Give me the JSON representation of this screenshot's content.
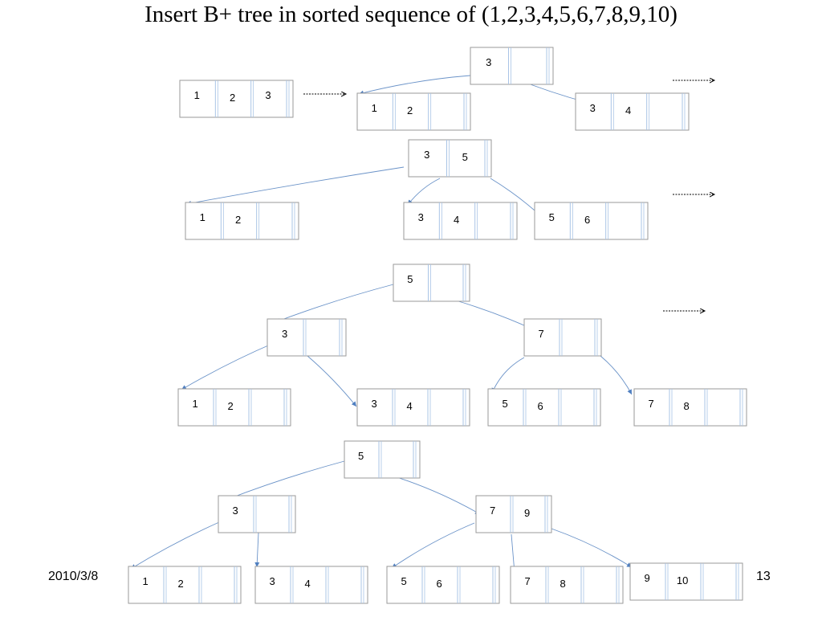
{
  "title": "Insert B+ tree in sorted sequence of (1,2,3,4,5,6,7,8,9,10)",
  "footer": {
    "date": "2010/3/8",
    "page": "13"
  },
  "colors": {
    "node_border": "#9a9a9a",
    "divider": "#a9c4e6",
    "edge": "#6b93c8",
    "arrow": "#000000"
  },
  "steps": [
    {
      "nodes": [
        {
          "id": "s1-leaf-123",
          "keys": [
            "1",
            "2",
            "3"
          ]
        },
        {
          "id": "s1-root",
          "keys": [
            "3"
          ]
        },
        {
          "id": "s1-left",
          "keys": [
            "1",
            "2"
          ]
        },
        {
          "id": "s1-right",
          "keys": [
            "3",
            "4"
          ]
        }
      ],
      "edges": [
        [
          "s1-root",
          "s1-left"
        ],
        [
          "s1-root",
          "s1-right"
        ]
      ]
    },
    {
      "nodes": [
        {
          "id": "s2-root",
          "keys": [
            "3",
            "5"
          ]
        },
        {
          "id": "s2-leaf-a",
          "keys": [
            "1",
            "2"
          ]
        },
        {
          "id": "s2-leaf-b",
          "keys": [
            "3",
            "4"
          ]
        },
        {
          "id": "s2-leaf-c",
          "keys": [
            "5",
            "6"
          ]
        }
      ],
      "edges": [
        [
          "s2-root",
          "s2-leaf-a"
        ],
        [
          "s2-root",
          "s2-leaf-b"
        ],
        [
          "s2-root",
          "s2-leaf-c"
        ]
      ]
    },
    {
      "nodes": [
        {
          "id": "s3-root",
          "keys": [
            "5"
          ]
        },
        {
          "id": "s3-int-l",
          "keys": [
            "3"
          ]
        },
        {
          "id": "s3-int-r",
          "keys": [
            "7"
          ]
        },
        {
          "id": "s3-leaf-a",
          "keys": [
            "1",
            "2"
          ]
        },
        {
          "id": "s3-leaf-b",
          "keys": [
            "3",
            "4"
          ]
        },
        {
          "id": "s3-leaf-c",
          "keys": [
            "5",
            "6"
          ]
        },
        {
          "id": "s3-leaf-d",
          "keys": [
            "7",
            "8"
          ]
        }
      ],
      "edges": [
        [
          "s3-root",
          "s3-int-l"
        ],
        [
          "s3-root",
          "s3-int-r"
        ],
        [
          "s3-int-l",
          "s3-leaf-a"
        ],
        [
          "s3-int-l",
          "s3-leaf-b"
        ],
        [
          "s3-int-r",
          "s3-leaf-c"
        ],
        [
          "s3-int-r",
          "s3-leaf-d"
        ]
      ]
    },
    {
      "nodes": [
        {
          "id": "s4-root",
          "keys": [
            "5"
          ]
        },
        {
          "id": "s4-int-l",
          "keys": [
            "3"
          ]
        },
        {
          "id": "s4-int-r",
          "keys": [
            "7",
            "9"
          ]
        },
        {
          "id": "s4-leaf-a",
          "keys": [
            "1",
            "2"
          ]
        },
        {
          "id": "s4-leaf-b",
          "keys": [
            "3",
            "4"
          ]
        },
        {
          "id": "s4-leaf-c",
          "keys": [
            "5",
            "6"
          ]
        },
        {
          "id": "s4-leaf-d",
          "keys": [
            "7",
            "8"
          ]
        },
        {
          "id": "s4-leaf-e",
          "keys": [
            "9",
            "10"
          ]
        }
      ],
      "edges": [
        [
          "s4-root",
          "s4-int-l"
        ],
        [
          "s4-root",
          "s4-int-r"
        ],
        [
          "s4-int-l",
          "s4-leaf-a"
        ],
        [
          "s4-int-l",
          "s4-leaf-b"
        ],
        [
          "s4-int-r",
          "s4-leaf-c"
        ],
        [
          "s4-int-r",
          "s4-leaf-d"
        ],
        [
          "s4-int-r",
          "s4-leaf-e"
        ]
      ]
    }
  ]
}
